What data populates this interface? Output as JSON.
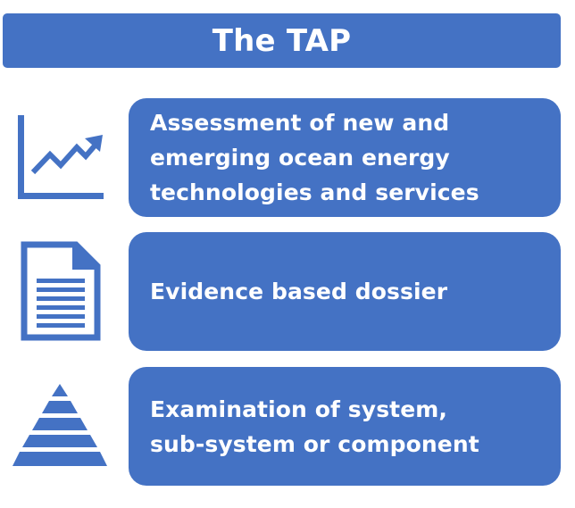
{
  "title": "The TAP",
  "items": [
    {
      "icon": "trending-up-chart-icon",
      "lines": [
        "Assessment of new and",
        "emerging ocean energy",
        "technologies and services"
      ]
    },
    {
      "icon": "document-icon",
      "lines": [
        "Evidence based dossier"
      ]
    },
    {
      "icon": "pyramid-icon",
      "lines": [
        "Examination of system,",
        "sub-system or component"
      ]
    }
  ],
  "colors": {
    "accent": "#4472c4",
    "text_on_accent": "#ffffff",
    "background": "#ffffff"
  }
}
